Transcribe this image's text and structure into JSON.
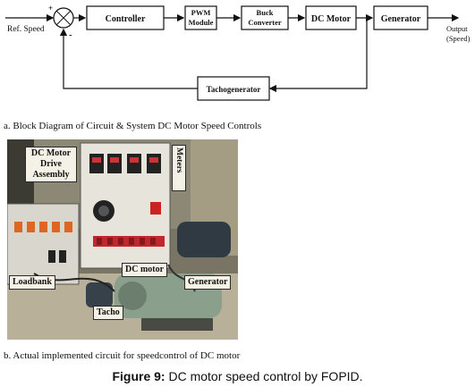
{
  "diagram": {
    "input_label": "Ref. Speed",
    "sum_signs": {
      "plus": "+",
      "minus": "-"
    },
    "blocks": {
      "controller": "Controller",
      "pwm_line1": "PWM",
      "pwm_line2": "Module",
      "buck_line1": "Buck",
      "buck_line2": "Converter",
      "motor": "DC Motor",
      "generator": "Generator",
      "tacho": "Tachogenerator"
    },
    "output_line1": "Output",
    "output_line2": "(Speed)"
  },
  "caption_a": "a. Block Diagram of Circuit & System DC Motor Speed Controls",
  "photo": {
    "labels": {
      "drive_line1": "DC Motor",
      "drive_line2": "Drive",
      "drive_line3": "Assembly",
      "meters": "Meters",
      "loadbank": "Loadbank",
      "dc_motor": "DC motor",
      "generator": "Generator",
      "tacho": "Tacho"
    }
  },
  "caption_b": "b. Actual implemented circuit for speedcontrol of DC motor",
  "figure_caption": {
    "label": "Figure 9:",
    "text": " DC motor speed control by FOPID."
  }
}
